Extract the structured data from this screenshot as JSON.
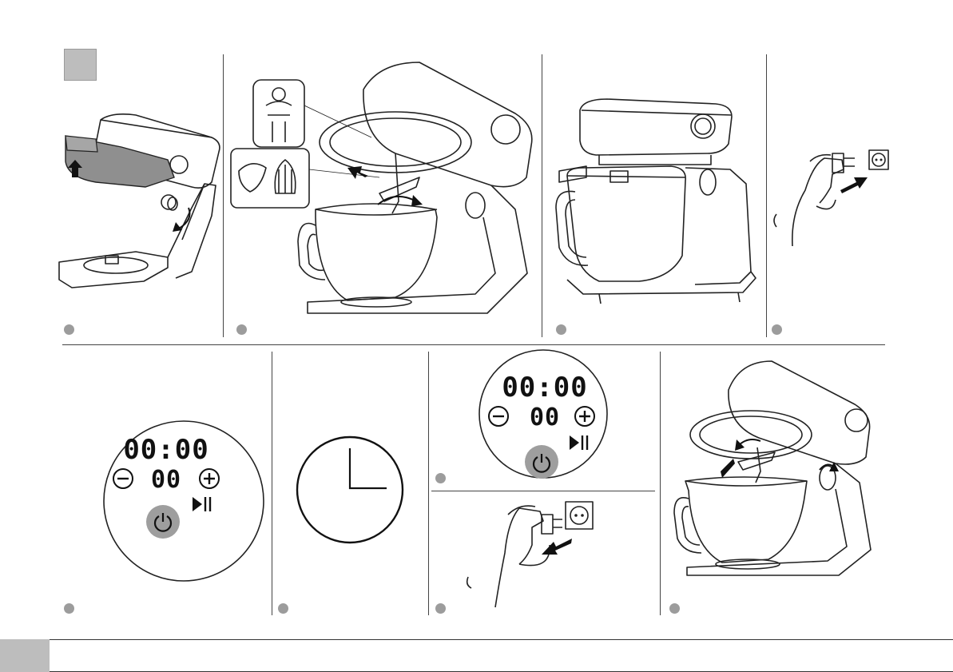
{
  "panels": [
    {
      "id": "attach-splash-guard"
    },
    {
      "id": "insert-tool-and-bowl"
    },
    {
      "id": "lower-arm-assembled"
    },
    {
      "id": "plug-in"
    },
    {
      "id": "display-power",
      "display": {
        "timer": "00:00",
        "speed": "00"
      }
    },
    {
      "id": "wait-clock"
    },
    {
      "id": "display-switch-off",
      "display": {
        "timer": "00:00",
        "speed": "00"
      }
    },
    {
      "id": "remove-tool-and-bowl"
    }
  ],
  "colors": {
    "badge": "#bdbdbd",
    "marker": "#9c9c9c",
    "power_button": "#9e9e9e",
    "line": "#222222"
  },
  "icons": [
    "minus-icon",
    "plus-icon",
    "play-pause-icon",
    "power-icon",
    "clock-icon",
    "socket-icon",
    "arrow-icon"
  ]
}
